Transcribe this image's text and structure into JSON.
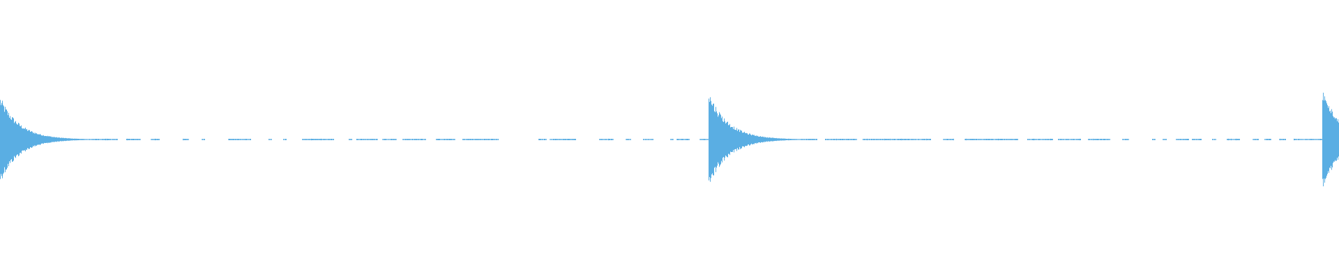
{
  "waveform": {
    "color": "#5aaee3",
    "transient_times": [
      0.0,
      0.529,
      0.987
    ],
    "transient_peaks": [
      0.155,
      0.175,
      0.185
    ],
    "noise_level": 0.004,
    "gaps": [
      [
        0.04,
        0.055
      ],
      [
        0.088,
        0.094
      ],
      [
        0.105,
        0.112
      ],
      [
        0.119,
        0.136
      ],
      [
        0.141,
        0.15
      ],
      [
        0.153,
        0.17
      ],
      [
        0.187,
        0.2
      ],
      [
        0.203,
        0.211
      ],
      [
        0.214,
        0.225
      ],
      [
        0.249,
        0.26
      ],
      [
        0.263,
        0.266
      ],
      [
        0.282,
        0.285
      ],
      [
        0.296,
        0.3
      ],
      [
        0.318,
        0.325
      ],
      [
        0.345,
        0.34
      ],
      [
        0.372,
        0.402
      ],
      [
        0.408,
        0.41
      ],
      [
        0.43,
        0.447
      ],
      [
        0.458,
        0.467
      ],
      [
        0.471,
        0.48
      ],
      [
        0.488,
        0.5
      ],
      [
        0.503,
        0.505
      ],
      [
        0.515,
        0.522
      ],
      [
        0.61,
        0.616
      ],
      [
        0.64,
        0.644
      ],
      [
        0.695,
        0.704
      ],
      [
        0.712,
        0.72
      ],
      [
        0.76,
        0.767
      ],
      [
        0.786,
        0.79
      ],
      [
        0.807,
        0.812
      ],
      [
        0.829,
        0.838
      ],
      [
        0.843,
        0.86
      ],
      [
        0.863,
        0.868
      ],
      [
        0.871,
        0.878
      ],
      [
        0.888,
        0.89
      ],
      [
        0.897,
        0.905
      ],
      [
        0.908,
        0.916
      ],
      [
        0.926,
        0.935
      ],
      [
        0.94,
        0.944
      ],
      [
        0.949,
        0.955
      ],
      [
        0.96,
        0.966
      ]
    ]
  }
}
